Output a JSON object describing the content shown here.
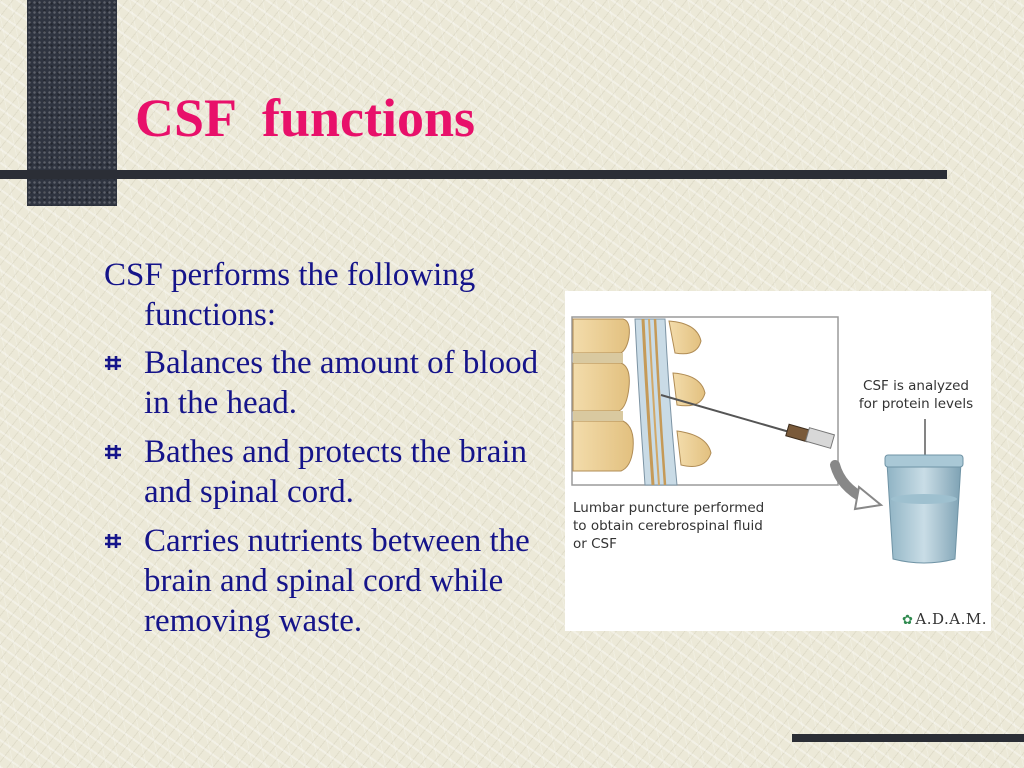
{
  "slide": {
    "title": "CSF  functions",
    "intro": "CSF performs the following functions:",
    "bullets": [
      {
        "text": "Balances the amount of blood in the head."
      },
      {
        "text": "Bathes and protects the brain and spinal cord."
      },
      {
        "text": "Carries nutrients between the brain and spinal cord while removing waste."
      }
    ]
  },
  "figure": {
    "caption_lines": [
      "Lumbar puncture performed",
      "to obtain cerebrospinal fluid",
      "or CSF"
    ],
    "callout_lines": [
      "CSF is analyzed",
      "for protein levels"
    ],
    "logo_text": "A.D.A.M."
  },
  "colors": {
    "title": "#e8106a",
    "body_text": "#15148a",
    "dark_bar": "#2f3440"
  },
  "icons": {
    "bullet": "hash-bullet-icon",
    "logo": "leaf-icon"
  }
}
